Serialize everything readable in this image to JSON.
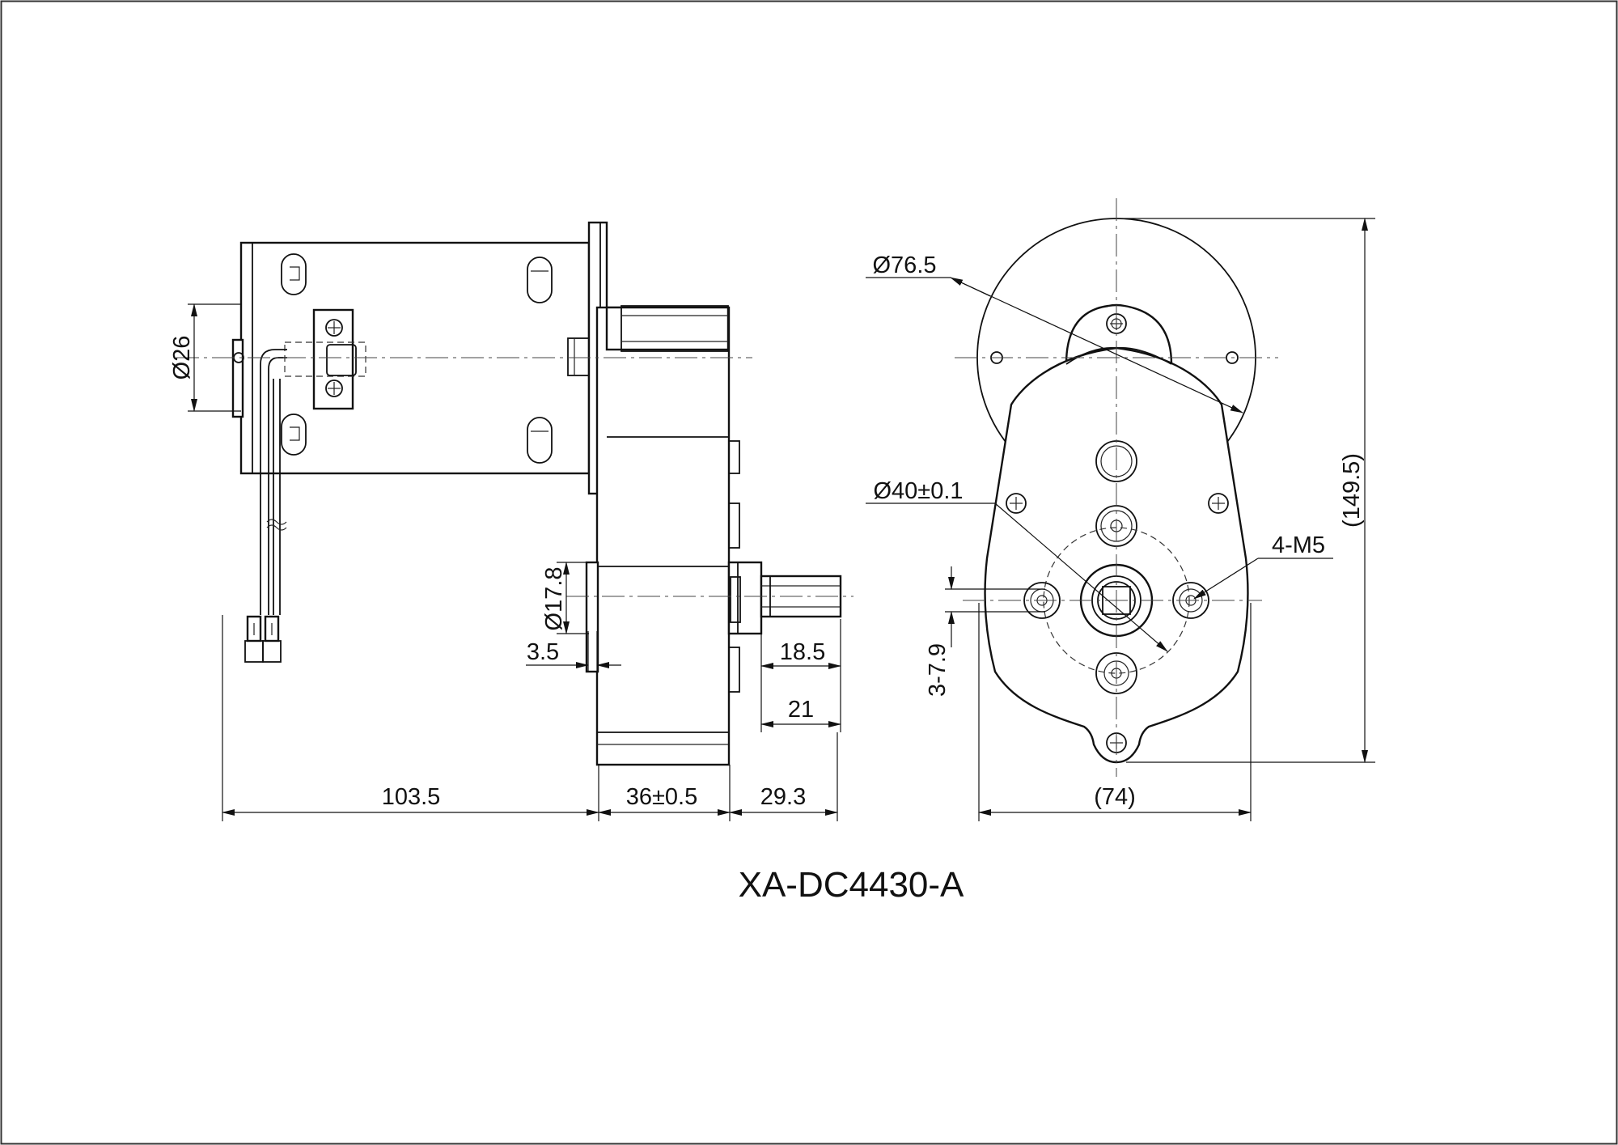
{
  "drawing": {
    "model_number": "XA-DC4430-A",
    "side_view": {
      "dims": {
        "motor_diameter": "Ø26",
        "output_hub_diameter": "Ø17.8",
        "hub_offset": "3.5",
        "shaft_length": "18.5",
        "shaft_total": "21",
        "motor_length": "103.5",
        "gearbox_width": "36±0.5",
        "shaft_projection": "29.3"
      }
    },
    "front_view": {
      "dims": {
        "flange_diameter": "Ø76.5",
        "pcd_diameter": "Ø40±0.1",
        "mount_holes": "4-M5",
        "key_width": "3-7.9",
        "overall_height": "(149.5)",
        "overall_width": "(74)"
      }
    }
  }
}
